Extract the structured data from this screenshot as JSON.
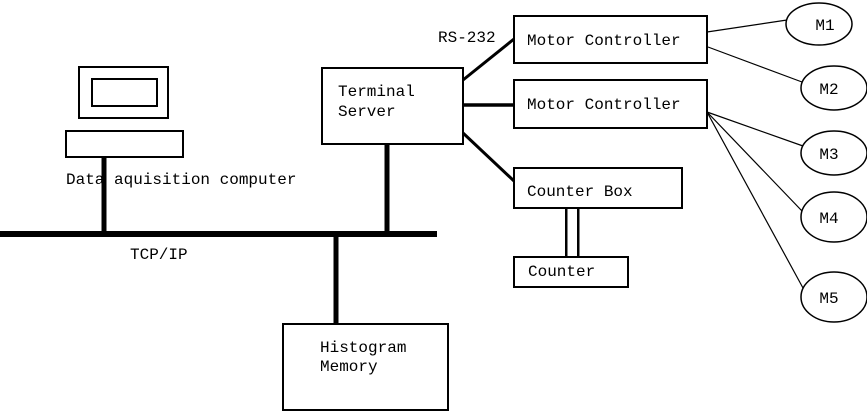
{
  "diagram": {
    "computer_label": "Data aquisition computer",
    "bus_label": "TCP/IP",
    "serial_label": "RS-232",
    "terminal_server": {
      "line1": "Terminal",
      "line2": "Server"
    },
    "motor_controller_1": "Motor Controller",
    "motor_controller_2": "Motor Controller",
    "counter_box": "Counter Box",
    "counter": "Counter",
    "histogram_memory": {
      "line1": "Histogram",
      "line2": "Memory"
    },
    "motors": [
      "M1",
      "M2",
      "M3",
      "M4",
      "M5"
    ],
    "colors": {
      "line": "#000000",
      "background": "#ffffff"
    }
  }
}
